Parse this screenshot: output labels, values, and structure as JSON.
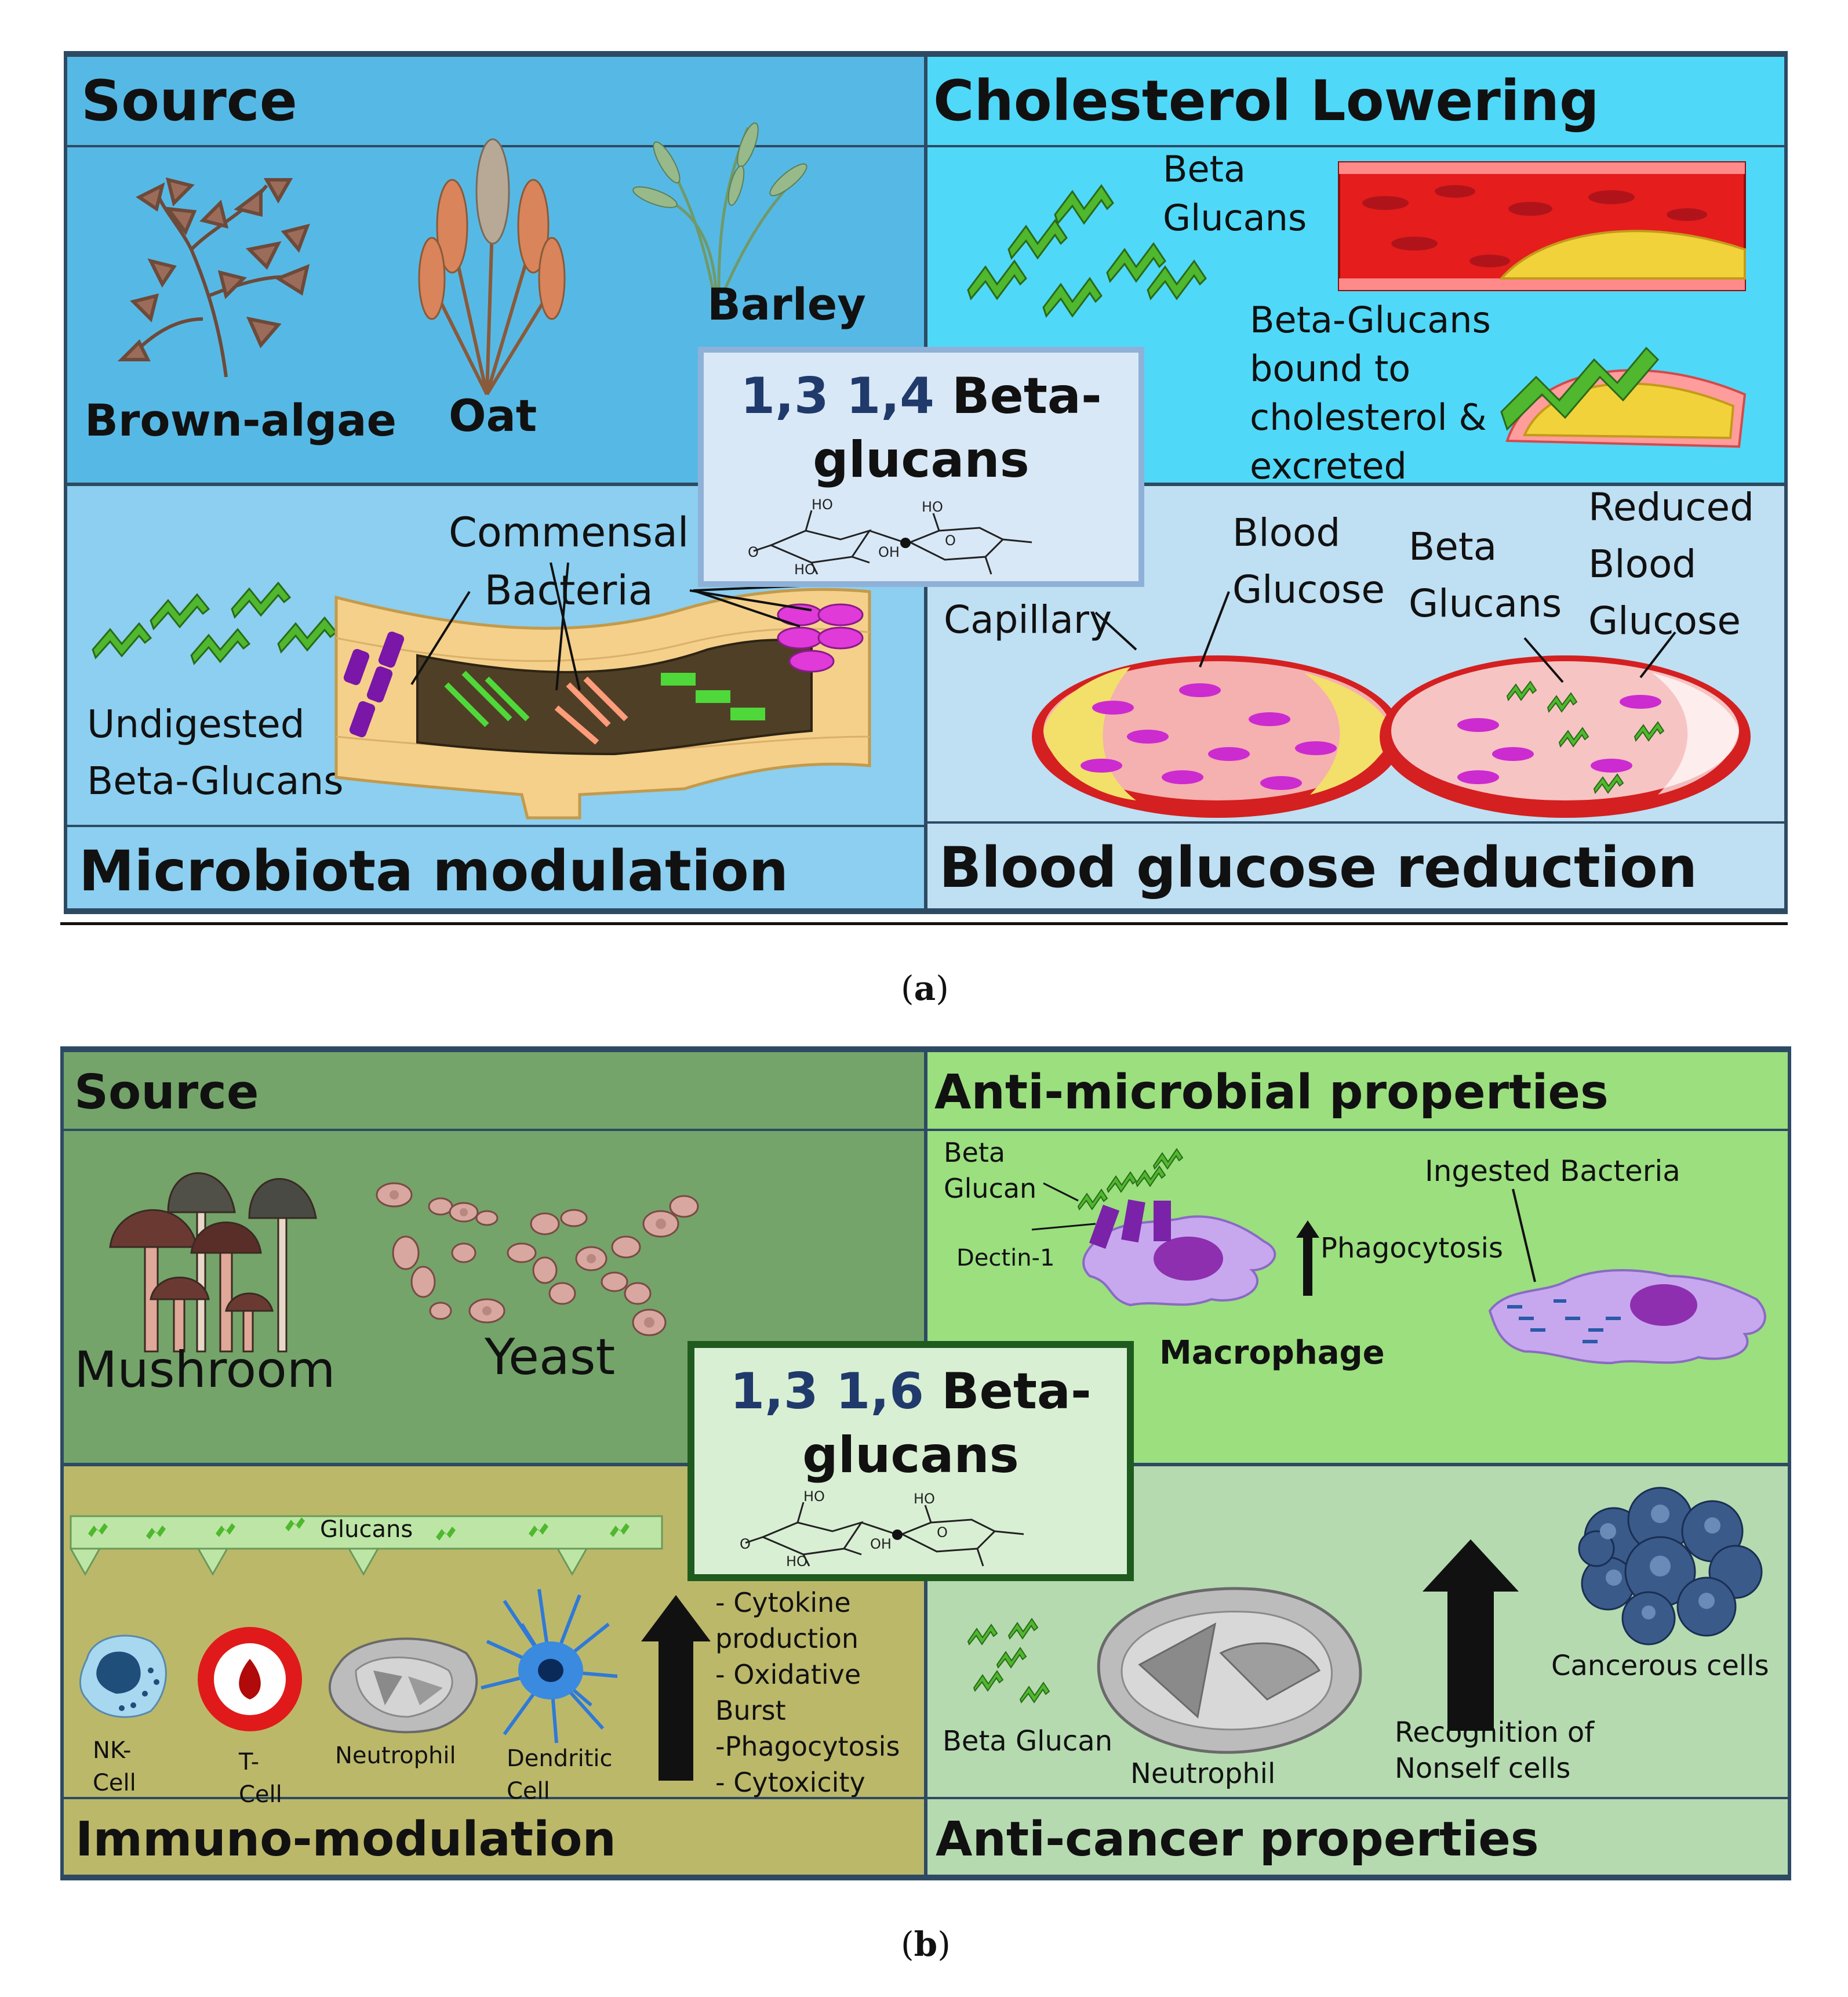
{
  "panel_a": {
    "caption": "a",
    "source": {
      "title": "Source",
      "labels": [
        "Brown-algae",
        "Oat",
        "Barley"
      ]
    },
    "cholesterol": {
      "title": "Cholesterol Lowering",
      "beta_glucans": [
        "Beta",
        "Glucans"
      ],
      "bound_text": [
        "Beta-Glucans",
        "bound to",
        "cholesterol &",
        "excreted"
      ]
    },
    "center": {
      "numbers": "1,3 1,4",
      "title_word": "Beta-",
      "title_line2": "glucans",
      "chem_atoms": [
        "HO",
        "HO",
        "O",
        "HO",
        "OH",
        "O"
      ]
    },
    "microbiota": {
      "title": "Microbiota modulation",
      "commensal": [
        "Commensal",
        "Bacteria"
      ],
      "undigested": [
        "Undigested",
        "Beta-Glucans"
      ]
    },
    "glucose": {
      "title": "Blood glucose reduction",
      "capillary": "Capillary",
      "blood_glucose": [
        "Blood",
        "Glucose"
      ],
      "beta_glucans": [
        "Beta",
        "Glucans"
      ],
      "reduced": [
        "Reduced",
        "Blood",
        "Glucose"
      ]
    }
  },
  "panel_b": {
    "caption": "b",
    "source": {
      "title": "Source",
      "labels": [
        "Mushroom",
        "Yeast"
      ]
    },
    "antimicrobial": {
      "title": "Anti-microbial properties",
      "beta_glucan": [
        "Beta",
        "Glucan"
      ],
      "dectin": "Dectin-1",
      "phagocytosis": "Phagocytosis",
      "ingested": "Ingested Bacteria",
      "macrophage": "Macrophage"
    },
    "center": {
      "numbers": "1,3 1,6",
      "title_word": "Beta-",
      "title_line2": "glucans",
      "chem_atoms": [
        "HO",
        "HO",
        "O",
        "HO",
        "OH",
        "O"
      ]
    },
    "immuno": {
      "title": "Immuno-modulation",
      "glucans": "Glucans",
      "cells": [
        [
          "NK-",
          "Cell"
        ],
        [
          "T-",
          "Cell"
        ],
        [
          "Neutrophil"
        ],
        [
          "Dendritic",
          "Cell"
        ]
      ],
      "effects": [
        "- Cytokine",
        "production",
        "- Oxidative",
        "Burst",
        "-Phagocytosis",
        "- Cytoxicity"
      ]
    },
    "anticancer": {
      "title": "Anti-cancer properties",
      "beta_glucan": "Beta Glucan",
      "neutrophil": "Neutrophil",
      "recognition": [
        "Recognition of",
        "Nonself cells"
      ],
      "cancerous": "Cancerous cells"
    }
  },
  "colors": {
    "a_source_bg": "#56b9e5",
    "a_chol_bg": "#50d8f8",
    "a_micro_bg": "#8ccff0",
    "a_glucose_bg": "#bfdff3",
    "b_source_bg": "#74a46a",
    "b_antimic_bg": "#9bdf7f",
    "b_immuno_bg": "#bcb86a",
    "b_anticancer_bg": "#b5dab0",
    "border": "#2e4a63",
    "glucan_green": "#4fb82e"
  }
}
